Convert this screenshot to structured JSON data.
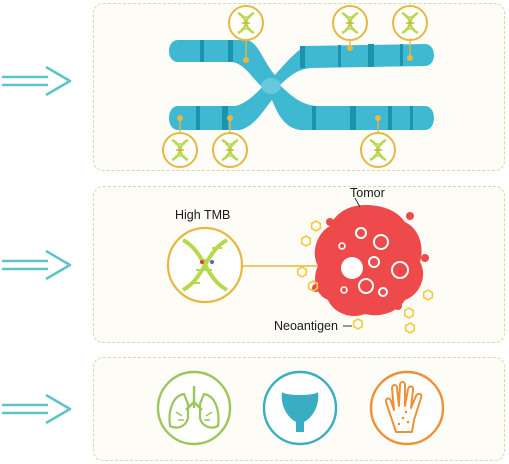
{
  "labels": {
    "high_tmb": "High TMB",
    "tumor": "Tomor",
    "neoantigen": "Neoantigen"
  },
  "colors": {
    "chromosome": "#3fb9d1",
    "chromosome_band": "#1a93b0",
    "dna_circle": "#e8b73f",
    "dna_helix": "#b7d84a",
    "tumor": "#ee4a4b",
    "neoantigen": "#f2cb3a",
    "lung_circle": "#9cc65a",
    "bladder_circle": "#39aec3",
    "skin_circle": "#ee9036",
    "arrow": "#5cc4c8",
    "panel_border": "#e2d6a6"
  },
  "icons": {
    "row1_arrow": "double-arrow-right-icon",
    "row2_arrow": "double-arrow-right-icon",
    "row3_arrow": "double-arrow-right-icon",
    "organ_1": "lung-icon",
    "organ_2": "bladder-icon",
    "organ_3": "skin-hand-icon"
  }
}
